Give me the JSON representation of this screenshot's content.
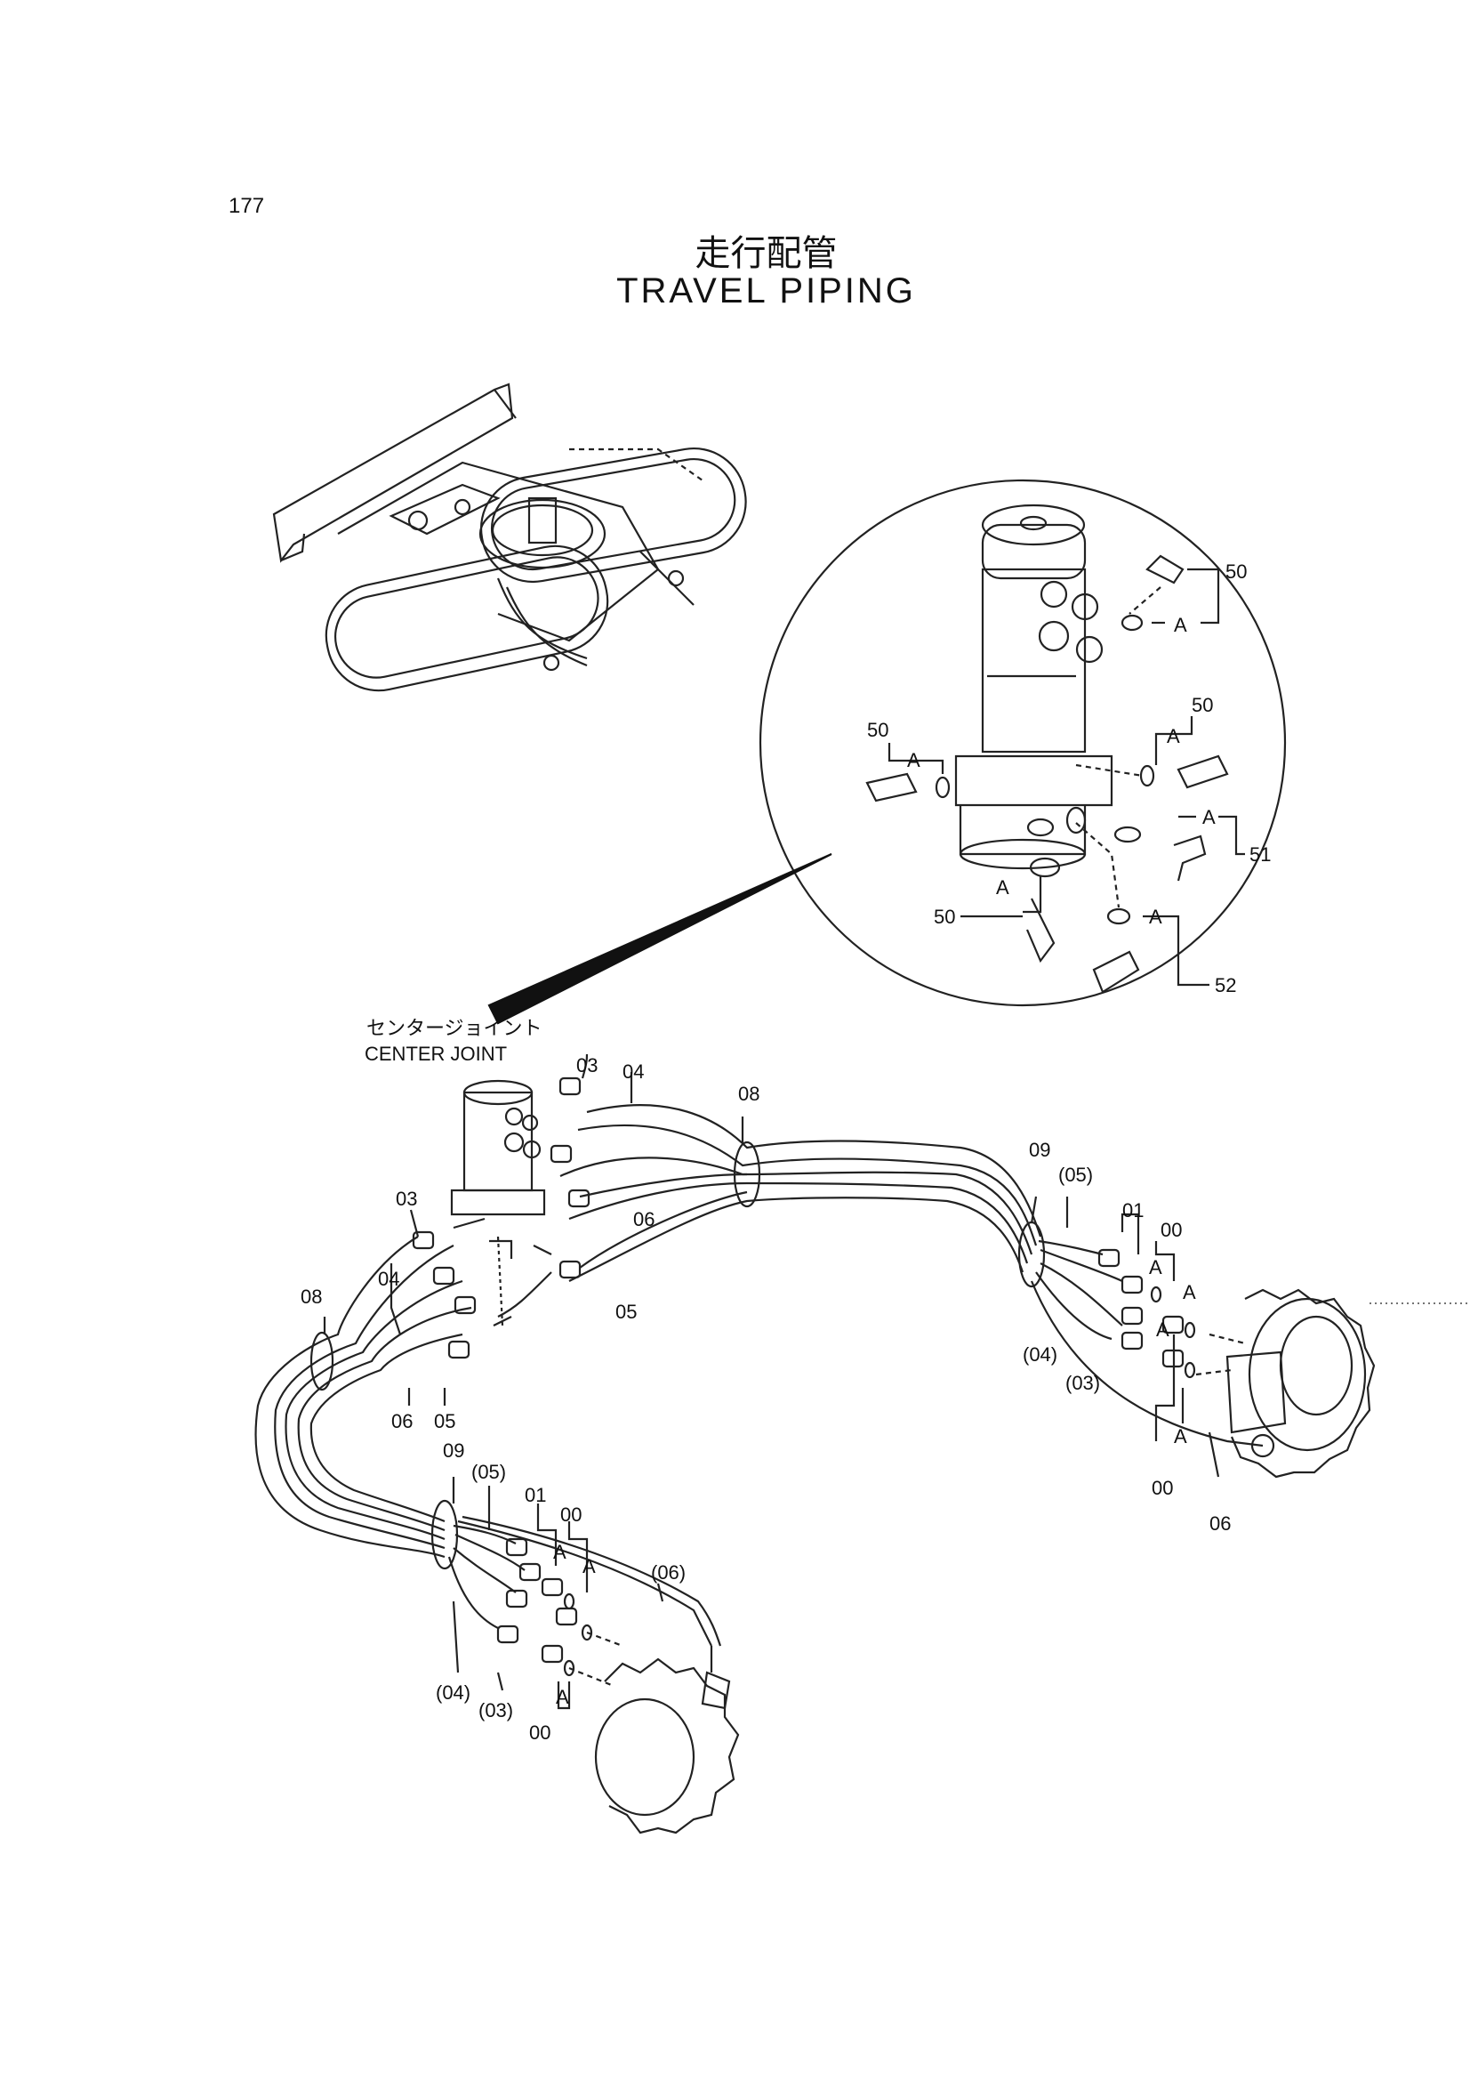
{
  "page_number": "177",
  "title_jp": "走行配管",
  "title_en": "TRAVEL PIPING",
  "center_joint_jp": "センタージョイント",
  "center_joint_en": "CENTER JOINT",
  "callouts": {
    "c50a": "50",
    "c50b": "50",
    "c50c": "50",
    "c50d": "50",
    "c51": "51",
    "c52": "52",
    "cA1": "A",
    "cA2": "A",
    "cA3": "A",
    "cA4": "A",
    "cA5": "A",
    "cA6": "A",
    "c03a": "03",
    "c04a": "04",
    "c08a": "08",
    "c03b": "03",
    "c04b": "04",
    "c06a": "06",
    "c05a": "05",
    "c08b": "08",
    "c06b": "06",
    "c05b": "05",
    "c09a": "09",
    "c05p_a": "(05)",
    "c01a": "01",
    "c00a": "00",
    "cA7": "A",
    "cA8": "A",
    "cA9": "A",
    "cA10": "A",
    "c04p_a": "(04)",
    "c03p_a": "(03)",
    "c00b": "00",
    "c06c": "06",
    "c09b": "09",
    "c05p_b": "(05)",
    "c01b": "01",
    "c00c": "00",
    "cA11": "A",
    "cA12": "A",
    "cA13": "A",
    "c06p": "(06)",
    "c04p_b": "(04)",
    "c03p_b": "(03)",
    "c00d": "00"
  }
}
